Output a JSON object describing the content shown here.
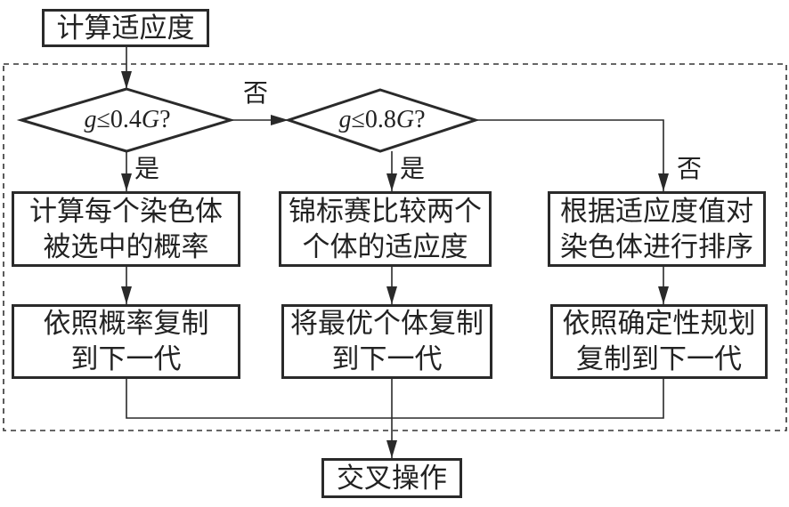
{
  "flowchart": {
    "start": {
      "label": "计算适应度"
    },
    "decision_1": {
      "var": "g",
      "op": "≤",
      "value": "0.4",
      "ref": "G",
      "suffix": "?"
    },
    "decision_2": {
      "var": "g",
      "op": "≤",
      "value": "0.8",
      "ref": "G",
      "suffix": "?"
    },
    "edge_labels": {
      "d1_no": "否",
      "d1_yes": "是",
      "d2_yes": "是",
      "d2_no": "否"
    },
    "branch_1": {
      "step_1": [
        "计算每个染色体",
        "被选中的概率"
      ],
      "step_2": [
        "依照概率复制",
        "到下一代"
      ]
    },
    "branch_2": {
      "step_1": [
        "锦标赛比较两个",
        "个体的适应度"
      ],
      "step_2": [
        "将最优个体复制",
        "到下一代"
      ]
    },
    "branch_3": {
      "step_1": [
        "根据适应度值对",
        "染色体进行排序"
      ],
      "step_2": [
        "依照确定性规划",
        "复制到下一代"
      ]
    },
    "end": {
      "label": "交叉操作"
    }
  }
}
